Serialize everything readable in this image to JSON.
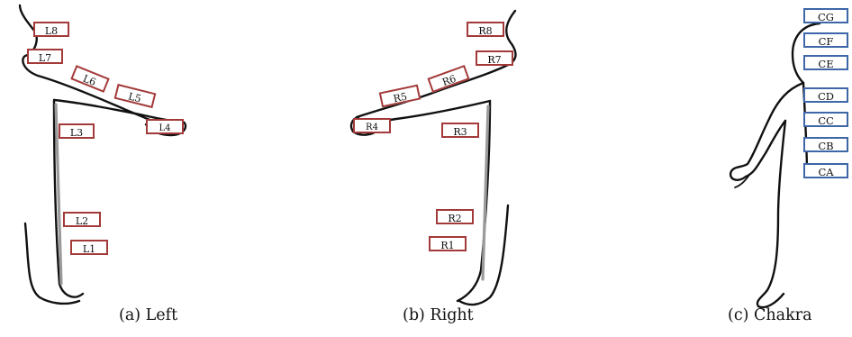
{
  "panels": {
    "left": {
      "caption": "(a) Left",
      "labels": [
        "L8",
        "L7",
        "L6",
        "L5",
        "L4",
        "L3",
        "L2",
        "L1"
      ],
      "label_color": "#a33a3a"
    },
    "right": {
      "caption": "(b) Right",
      "labels": [
        "R8",
        "R7",
        "R6",
        "R5",
        "R4",
        "R3",
        "R2",
        "R1"
      ],
      "label_color": "#a33a3a"
    },
    "chakra": {
      "caption": "(c) Chakra",
      "labels": [
        "CG",
        "CF",
        "CE",
        "CD",
        "CC",
        "CB",
        "CA"
      ],
      "label_color": "#3e66a8"
    }
  }
}
